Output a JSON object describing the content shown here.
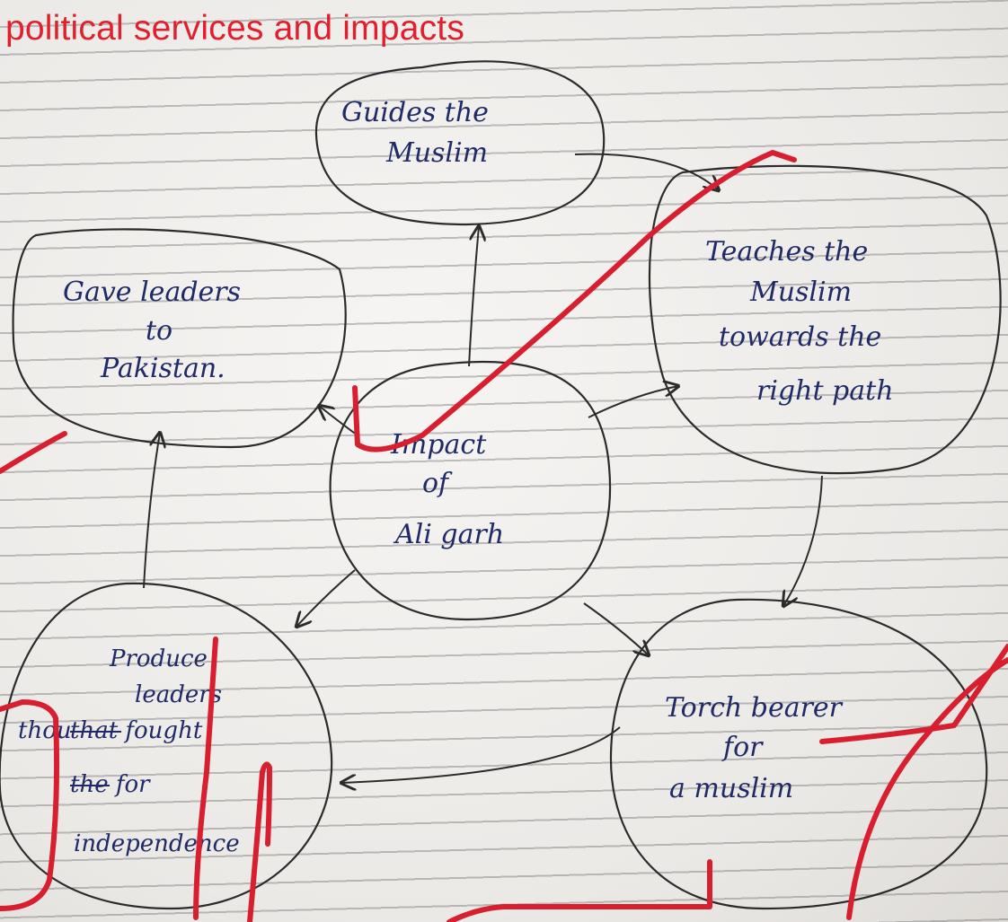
{
  "heading": "political services and impacts",
  "nodes": {
    "center": {
      "lines": [
        "Impact",
        "of",
        "Ali garh"
      ]
    },
    "top": {
      "lines": [
        "Guides the",
        "Muslim"
      ]
    },
    "left": {
      "lines": [
        "Gave leaders",
        "to",
        "Pakistan."
      ]
    },
    "right": {
      "lines": [
        "Teaches the",
        "Muslim",
        "towards the",
        "right path"
      ]
    },
    "bottom_left": {
      "lines": [
        "Produce",
        "leaders",
        "that fought",
        "the for",
        "independence"
      ],
      "insert": "thou"
    },
    "bottom_right": {
      "lines": [
        "Torch bearer",
        "for",
        "a muslim"
      ]
    }
  },
  "colors": {
    "heading": "#e0202e",
    "ink": "#1f2a66",
    "annotation": "#d81f2f"
  }
}
